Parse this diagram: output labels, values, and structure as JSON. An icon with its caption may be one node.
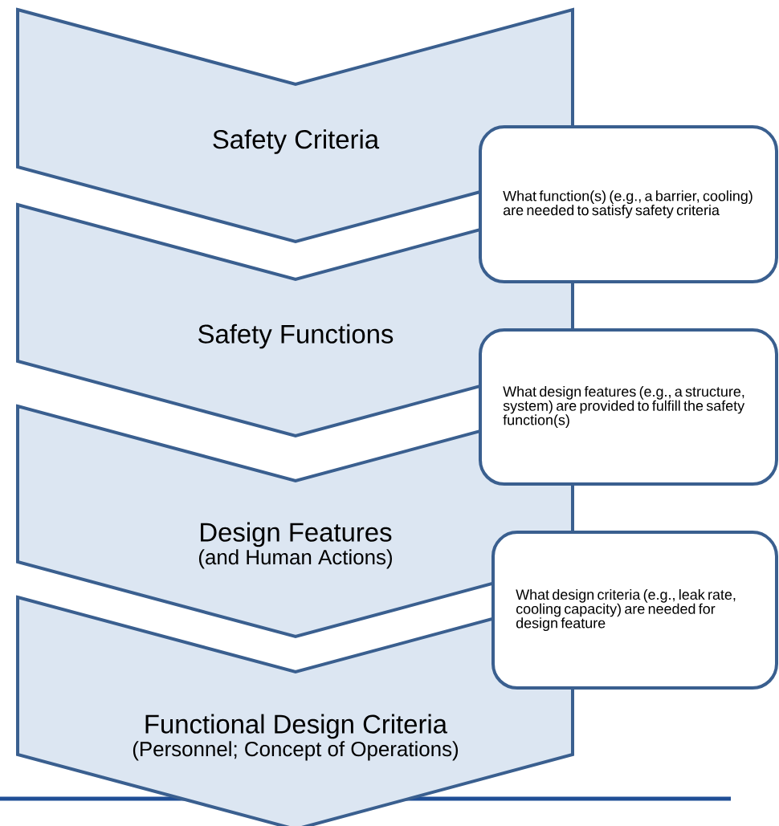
{
  "diagram": {
    "nodes": [
      {
        "text": [
          "Safety Criteria"
        ]
      },
      {
        "text": [
          "What function(s) (e.g., a barrier, cooling) are needed to satisfy safety criteria"
        ]
      },
      {
        "text": [
          "Safety Functions"
        ]
      },
      {
        "text": [
          "What design features (e.g., a structure, system) are provided to fulfill the safety function(s)"
        ]
      },
      {
        "text": [
          "Design Features",
          "(and Human Actions)"
        ]
      },
      {
        "text": [
          "What design criteria (e.g., leak rate, cooling capacity) are needed for design feature"
        ]
      },
      {
        "text": [
          "Functional Design Criteria",
          "(Personnel; Concept of Operations)"
        ]
      }
    ]
  }
}
